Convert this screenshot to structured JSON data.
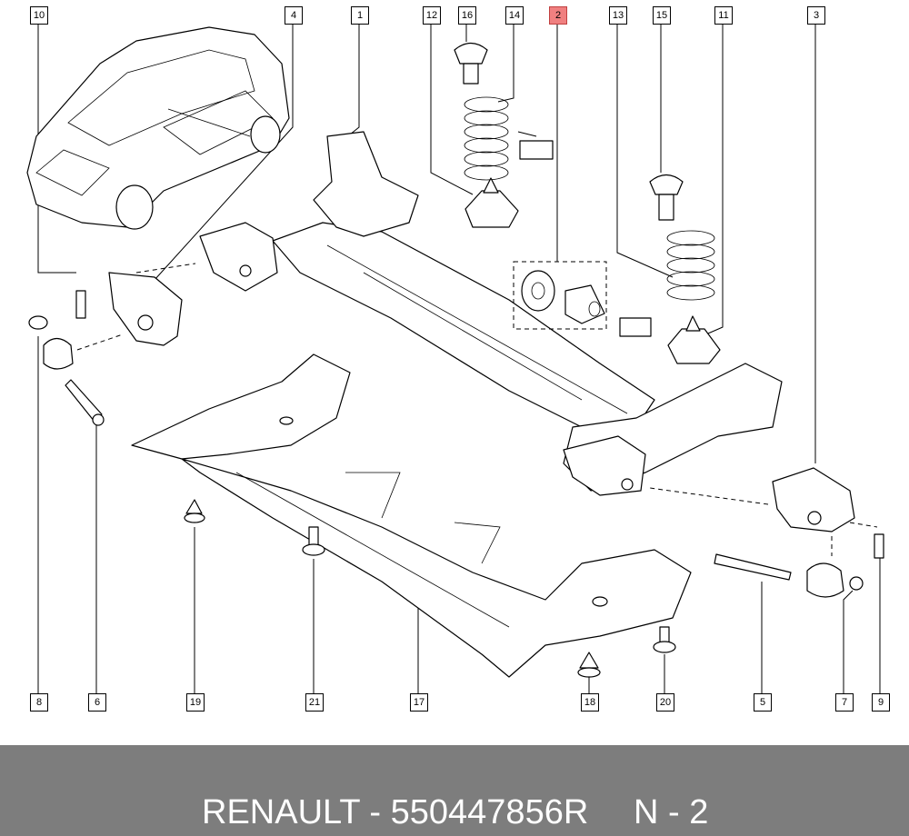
{
  "diagram": {
    "callouts": [
      {
        "id": "c10",
        "label": "10",
        "highlight": false
      },
      {
        "id": "c4",
        "label": "4",
        "highlight": false
      },
      {
        "id": "c1",
        "label": "1",
        "highlight": false
      },
      {
        "id": "c12",
        "label": "12",
        "highlight": false
      },
      {
        "id": "c16",
        "label": "16",
        "highlight": false
      },
      {
        "id": "c14",
        "label": "14",
        "highlight": false
      },
      {
        "id": "c2",
        "label": "2",
        "highlight": true
      },
      {
        "id": "c13",
        "label": "13",
        "highlight": false
      },
      {
        "id": "c15",
        "label": "15",
        "highlight": false
      },
      {
        "id": "c11",
        "label": "11",
        "highlight": false
      },
      {
        "id": "c3",
        "label": "3",
        "highlight": false
      },
      {
        "id": "c8",
        "label": "8",
        "highlight": false
      },
      {
        "id": "c6",
        "label": "6",
        "highlight": false
      },
      {
        "id": "c19",
        "label": "19",
        "highlight": false
      },
      {
        "id": "c21",
        "label": "21",
        "highlight": false
      },
      {
        "id": "c17",
        "label": "17",
        "highlight": false
      },
      {
        "id": "c18",
        "label": "18",
        "highlight": false
      },
      {
        "id": "c20",
        "label": "20",
        "highlight": false
      },
      {
        "id": "c5",
        "label": "5",
        "highlight": false
      },
      {
        "id": "c7",
        "label": "7",
        "highlight": false
      },
      {
        "id": "c9",
        "label": "9",
        "highlight": false
      }
    ],
    "highlight_color": "#f08080"
  },
  "footer": {
    "reference": "RENAULT - 550447856R",
    "page": "N - 2",
    "background": "#7d7d7d"
  }
}
